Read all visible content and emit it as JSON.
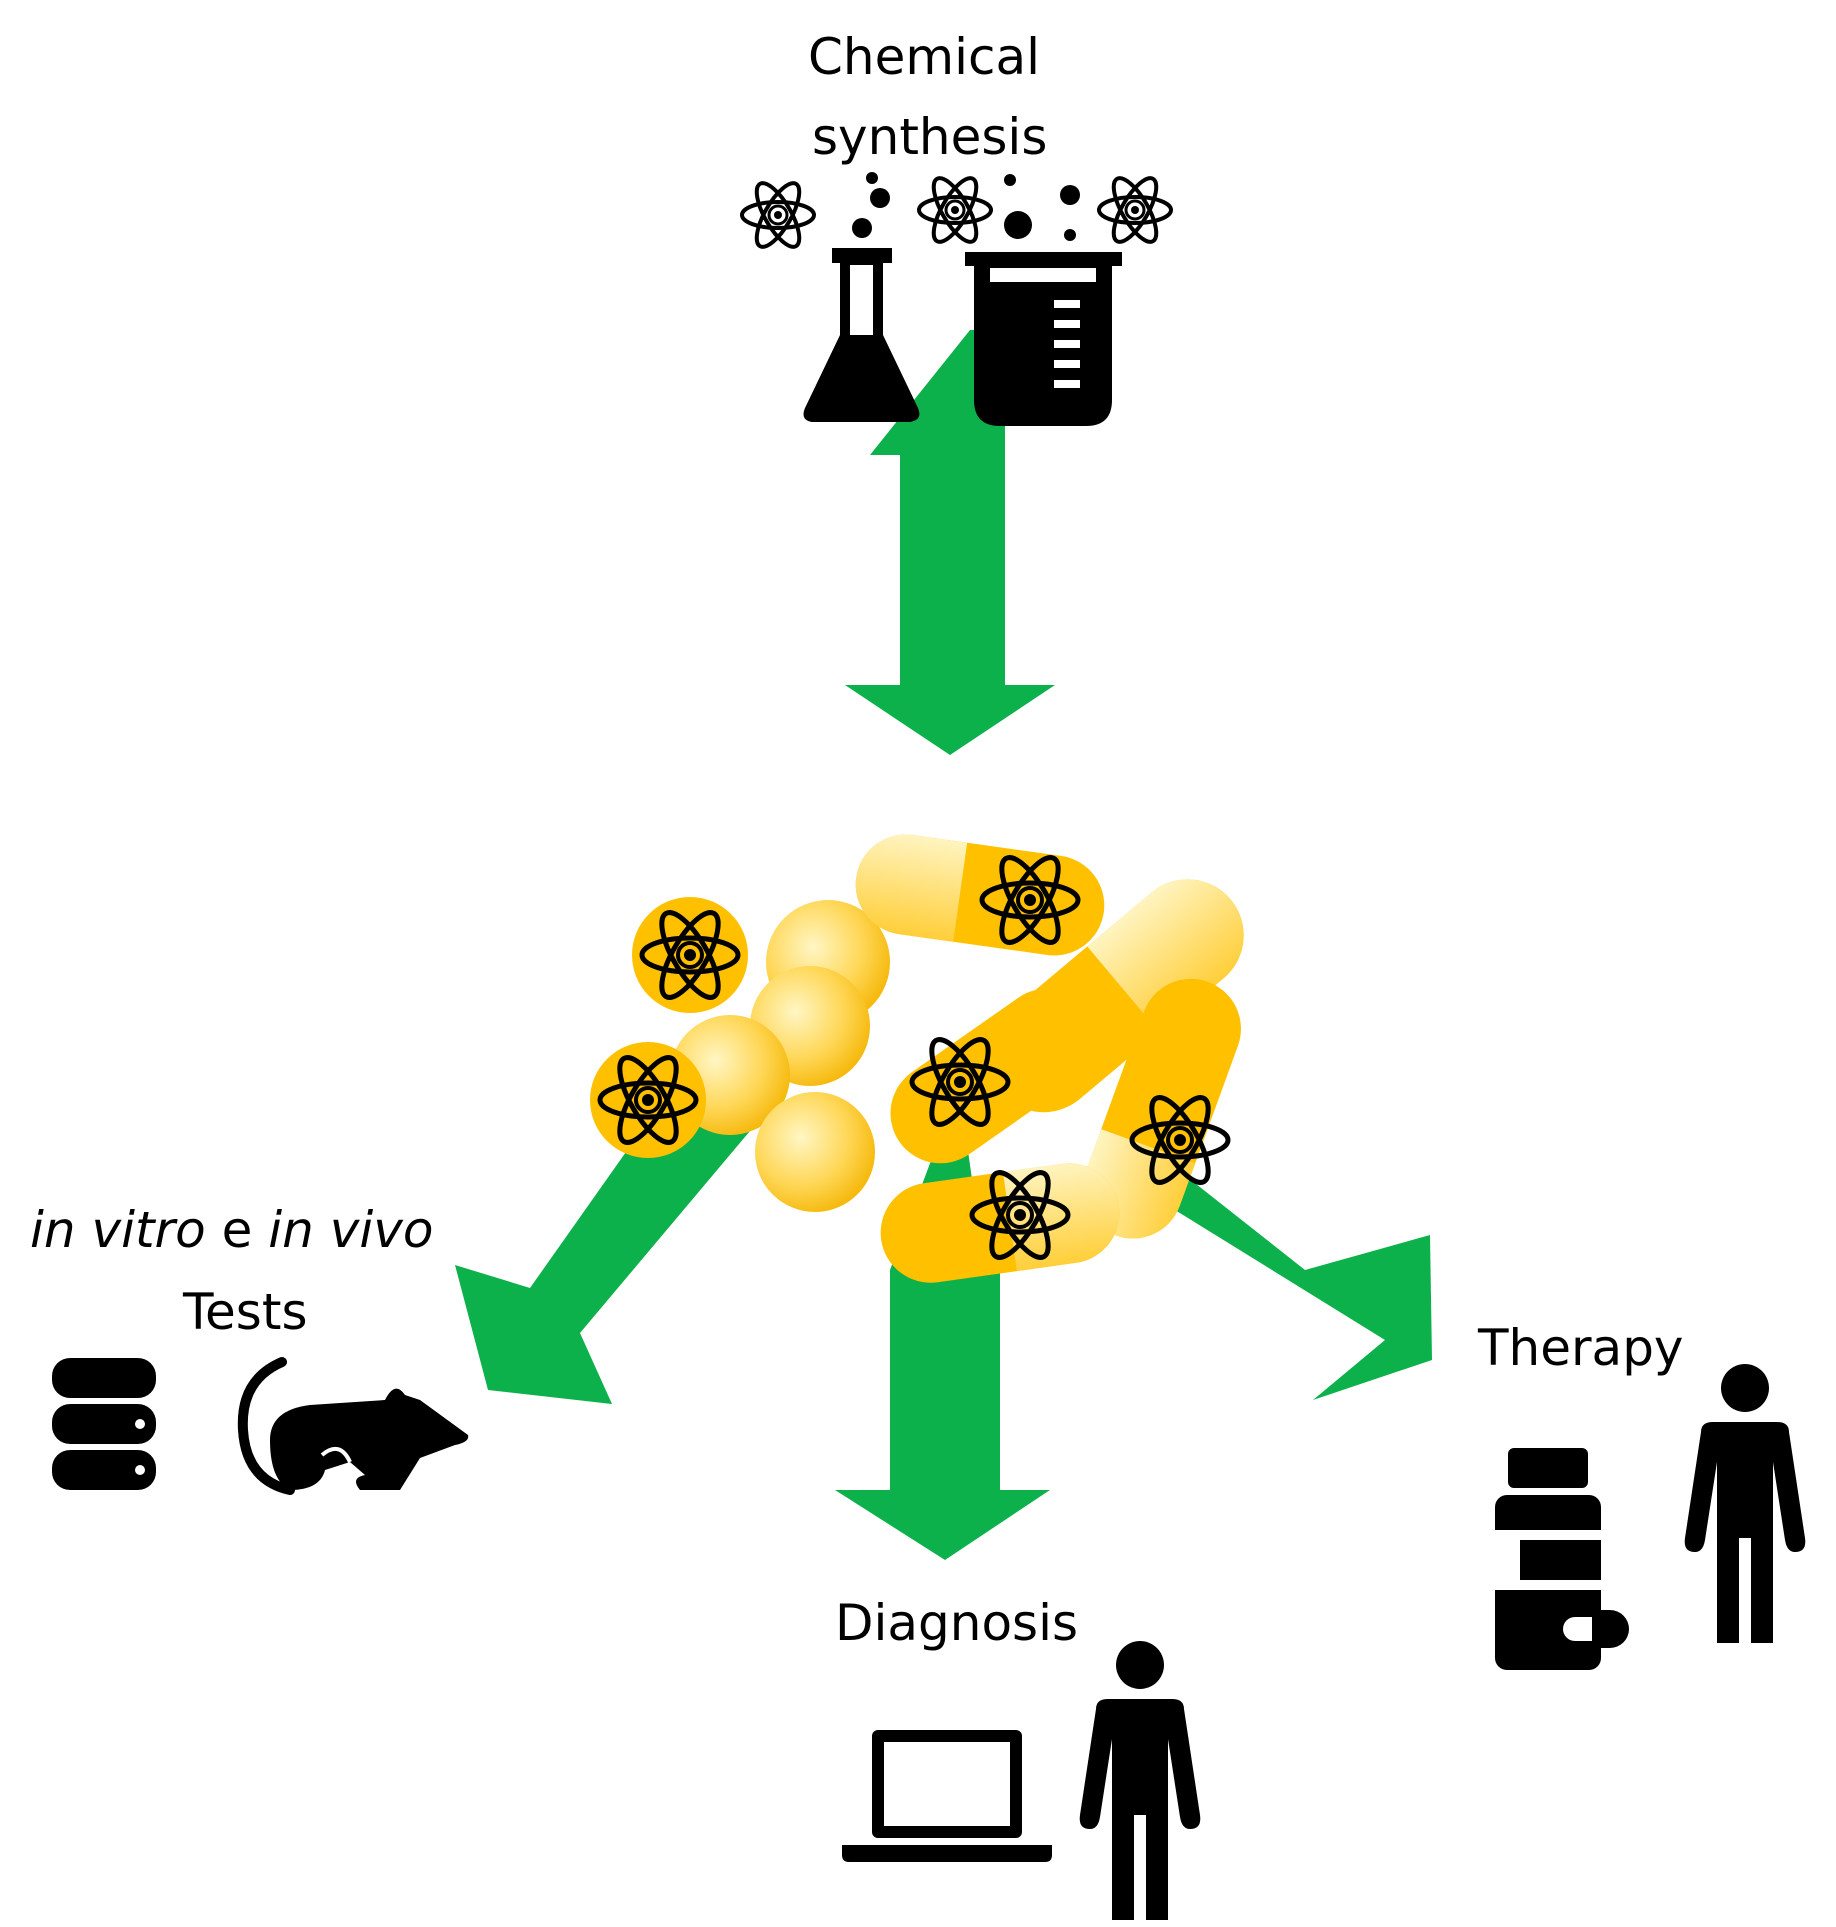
{
  "labels": {
    "synthesis_line1": "Chemical",
    "synthesis_line2": "synthesis",
    "tests_italic_1": "in vitro",
    "tests_connector": " e ",
    "tests_italic_2": "in vivo",
    "tests_line2": "Tests",
    "therapy": "Therapy",
    "diagnosis": "Diagnosis"
  },
  "colors": {
    "arrow": "#0db14b",
    "capsule_fill": "#ffc000",
    "capsule_light": "#ffe9a0",
    "icon": "#000000"
  },
  "icons": [
    "atom-icon",
    "flask-icon",
    "beaker-icon",
    "database-icon",
    "mouse-icon",
    "medicine-bottle-icon",
    "person-icon",
    "laptop-icon",
    "capsule-icon",
    "sphere-icon"
  ]
}
